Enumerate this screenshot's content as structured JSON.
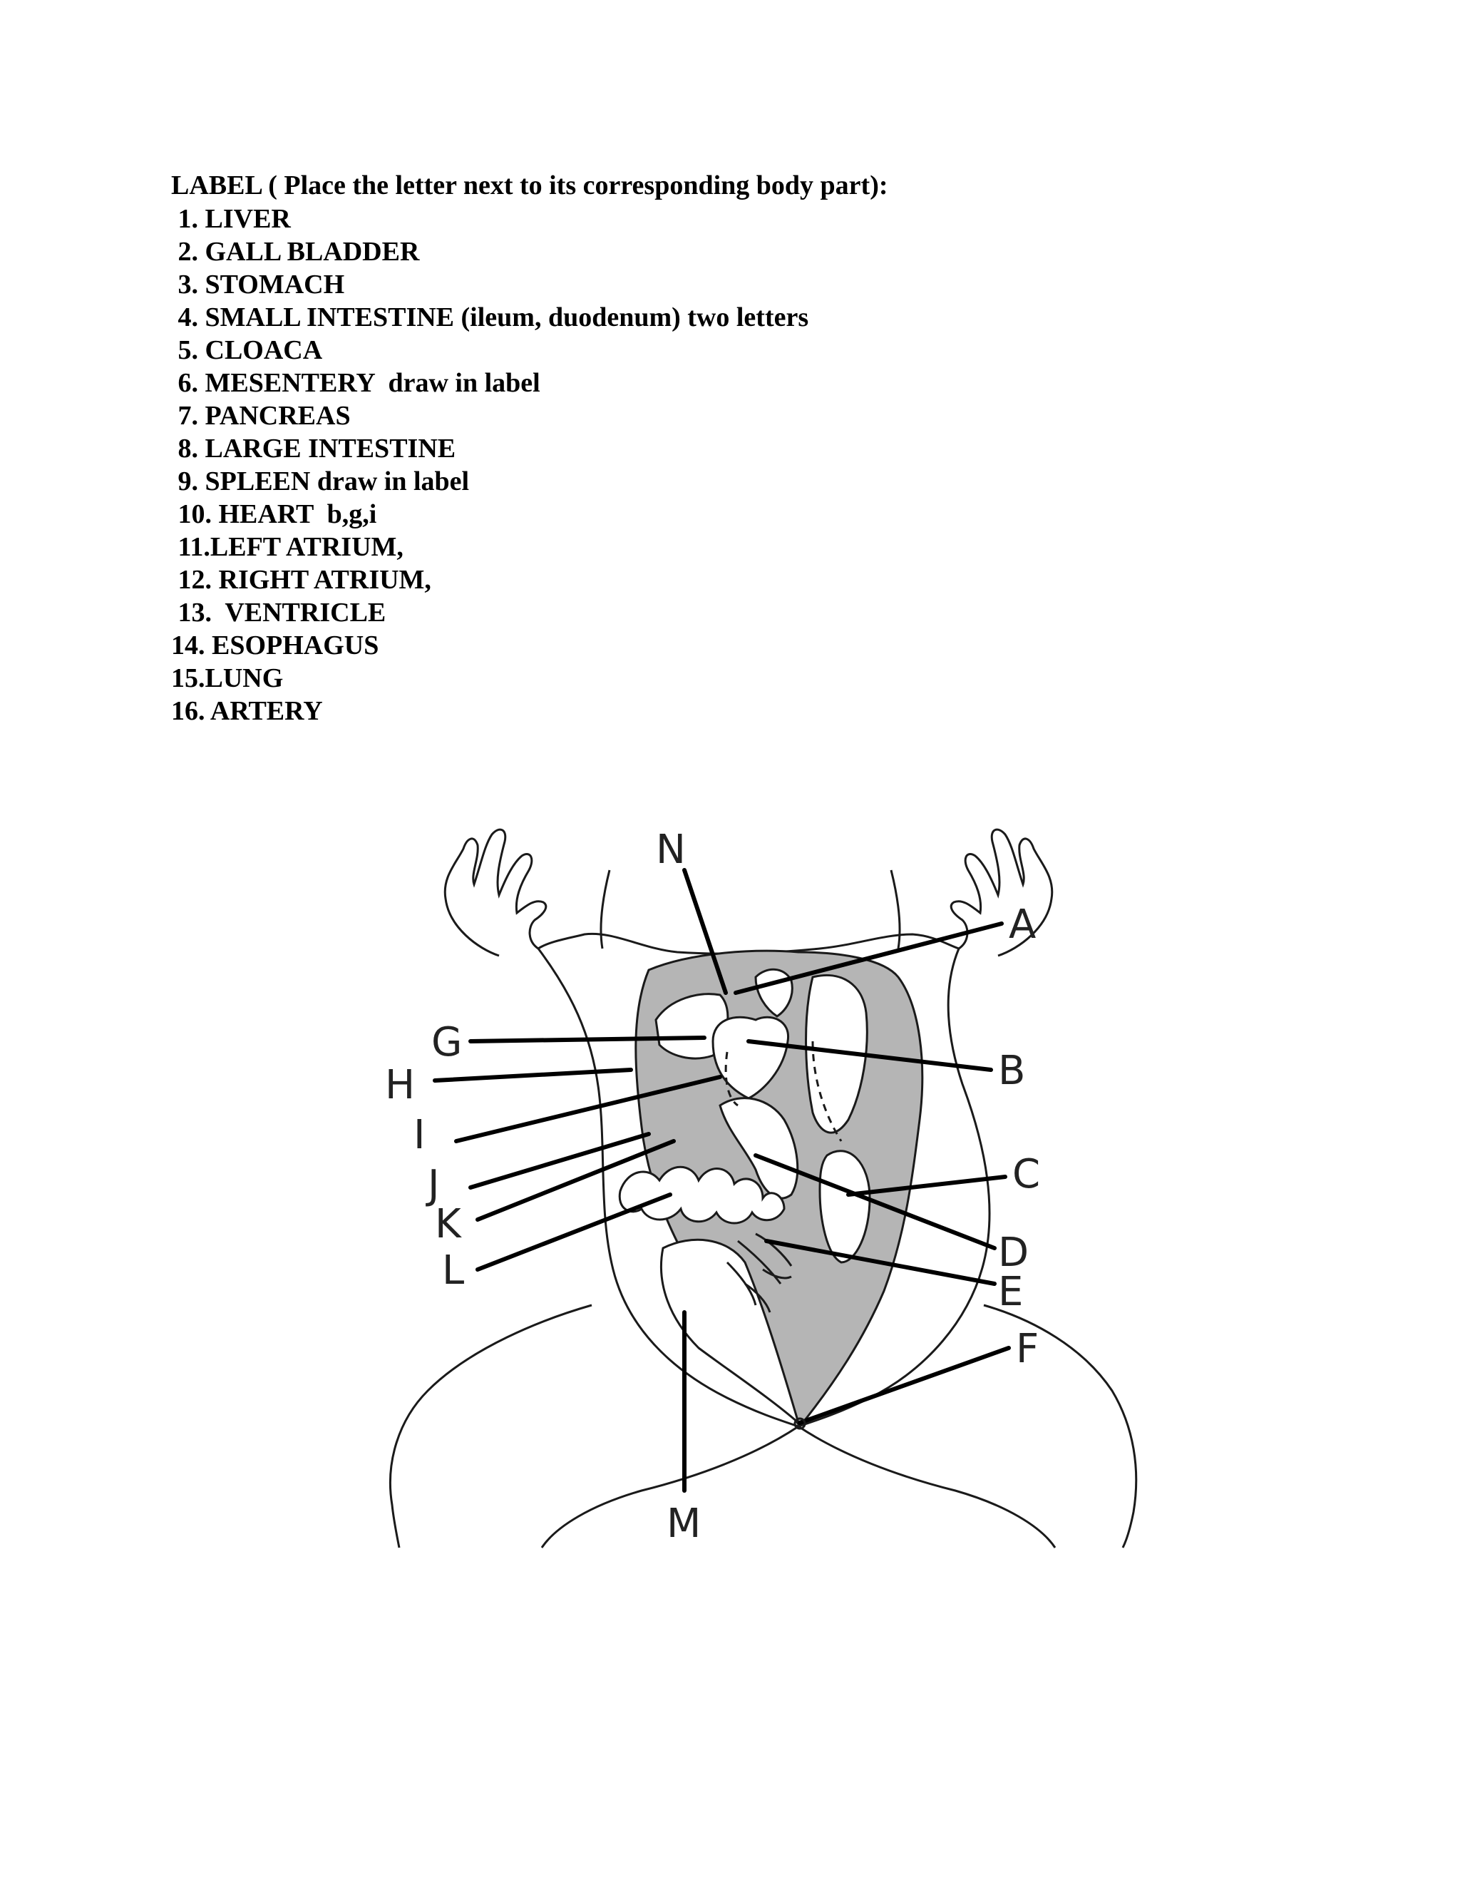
{
  "worksheet": {
    "heading": "LABEL ( Place the letter next to its corresponding body part):",
    "items": [
      " 1. LIVER",
      " 2. GALL BLADDER",
      " 3. STOMACH",
      " 4. SMALL INTESTINE (ileum, duodenum) two letters",
      " 5. CLOACA",
      " 6. MESENTERY  draw in label",
      " 7. PANCREAS",
      " 8. LARGE INTESTINE",
      " 9. SPLEEN draw in label",
      " 10. HEART  b,g,i",
      " 11.LEFT ATRIUM,",
      " 12. RIGHT ATRIUM,",
      " 13.  VENTRICLE",
      "14. ESOPHAGUS",
      "15.LUNG",
      "16. ARTERY"
    ]
  },
  "diagram": {
    "labels": {
      "N": "N",
      "A": "A",
      "G": "G",
      "H": "H",
      "B": "B",
      "I": "I",
      "J": "J",
      "C": "C",
      "K": "K",
      "D": "D",
      "L": "L",
      "E": "E",
      "F": "F",
      "M": "M"
    },
    "colors": {
      "outline": "#1a1a1a",
      "shade": "#b5b5b5",
      "leader": "#000000",
      "paper": "#ffffff"
    }
  }
}
